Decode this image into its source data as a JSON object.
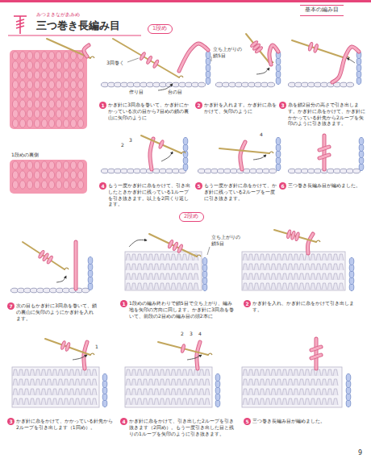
{
  "diagram": {
    "title": "三つ巻き長編み目",
    "nodes": [
      {
        "text": [
          "基本の編み目"
        ]
      },
      {
        "text": [
          "1段め"
        ]
      },
      {
        "text": [
          "1"
        ]
      },
      {
        "text": [
          "2"
        ]
      },
      {
        "text": [
          "3"
        ]
      },
      {
        "text": [
          "4"
        ]
      },
      {
        "text": [
          "5"
        ]
      },
      {
        "text": [
          "6"
        ]
      },
      {
        "text": [
          "2段め"
        ]
      },
      {
        "text": [
          "7"
        ]
      },
      {
        "text": [
          "1"
        ]
      },
      {
        "text": [
          "2"
        ]
      },
      {
        "text": [
          "3"
        ]
      },
      {
        "text": [
          "4"
        ]
      },
      {
        "text": [
          "5"
        ]
      }
    ],
    "labels": [
      "みつまきながあみめ",
      "1段めの裏側",
      "3回巻く",
      "立ち上がりの鎖5目",
      "台の目",
      "作り目",
      "かぎ針に3回糸を巻いて、かぎ針にかかっている次の目から7目めの鎖の裏山に矢印のように",
      "かぎ針を入れます。かぎ針に糸をかけて、矢印のように",
      "糸を鎖2目分の高さで引き出します。かぎ針に糸をかけて、かぎ針にかかっている針先から2ループを矢印のように引き抜きます。",
      "2",
      "3",
      "もう一度かぎ針に糸をかけて、引き出したときかぎ針に残っている1ループを引き抜きます。以上を2回くり返します。",
      "4",
      "もう一度かぎ針に糸をかけて、かぎ針に残っている2ループを一度に引き抜きます。",
      "三つ巻き長編み目が編めました。",
      "次の目もかぎ針に3回糸を巻いて、鎖の裏山に矢印のようにかぎ針を入れます。",
      "立ち上がりの鎖5目",
      "1段めの編み終わりで鎖5目で立ち上がり、編み地を矢印の方向に回します。かぎ針に3回糸を巻いて、前段の2目めの編み目の頭2本に",
      "かぎ針を入れ、かぎ針に糸をかけて引き出します。",
      "1",
      "かぎ針に糸をかけて、かかっている針先から2ループを引き出します（1回め）。",
      "2",
      "3",
      "4",
      "かぎ針に糸をかけて、引き出した2ループを引き抜きます（2回め）。もう一度引き出した目と残りの1ループを矢印のように引き抜きます。",
      "三つ巻き長編み目が編めました。",
      "9"
    ]
  }
}
